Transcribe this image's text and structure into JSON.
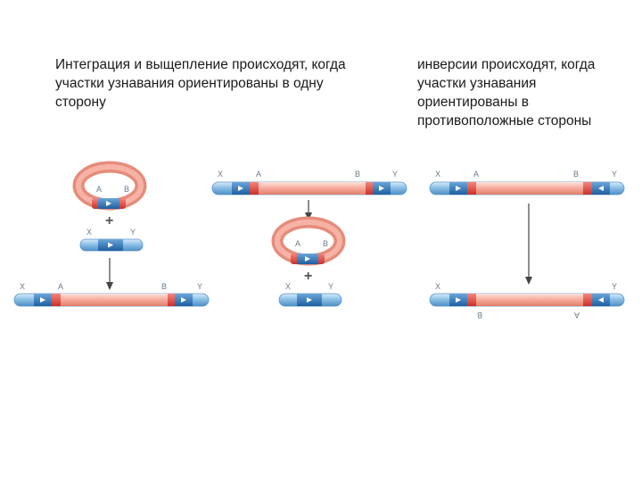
{
  "captions": {
    "left": "Интеграция и выщепление происходят, когда участки узнавания ориентированы в одну сторону",
    "right": "инверсии происходят, когда участки узнавания ориентированы в противоположные стороны"
  },
  "labels": {
    "x": "X",
    "y": "Y",
    "a": "A",
    "b": "B",
    "plus": "+",
    "b_flipped": "B",
    "a_flipped": "A"
  },
  "colors": {
    "host_dna": "#7fb6df",
    "donor_dna": "#f4a79a",
    "site_core": "#2e6fb3",
    "site_red": "#e2473b",
    "arrow": "#444444"
  }
}
